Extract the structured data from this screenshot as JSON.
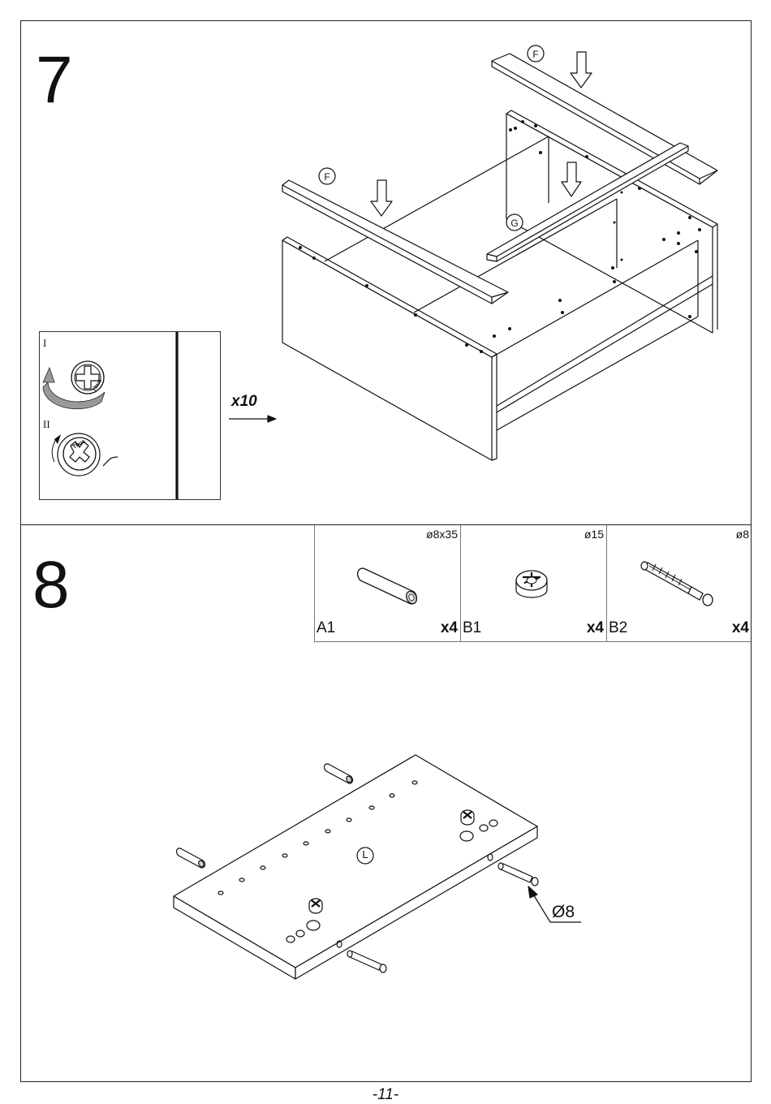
{
  "step7": {
    "number": "7",
    "part_labels": {
      "front_rail": "F",
      "back_rail": "F",
      "center_rail": "G"
    },
    "screw_instruction": {
      "step_1": "I",
      "step_2": "II",
      "brand": "Thus"
    },
    "quantity": "x10"
  },
  "step8": {
    "number": "8",
    "hardware": [
      {
        "code": "A1",
        "size": "ø8x35",
        "qty": "x4",
        "icon": "wooden-dowel-icon"
      },
      {
        "code": "B1",
        "size": "ø15",
        "qty": "x4",
        "icon": "cam-lock-icon"
      },
      {
        "code": "B2",
        "size": "ø8",
        "qty": "x4",
        "icon": "cam-bolt-icon"
      }
    ],
    "panel_label": "L",
    "hole_callout": "Ø8"
  },
  "footer": {
    "page": "-11-"
  }
}
